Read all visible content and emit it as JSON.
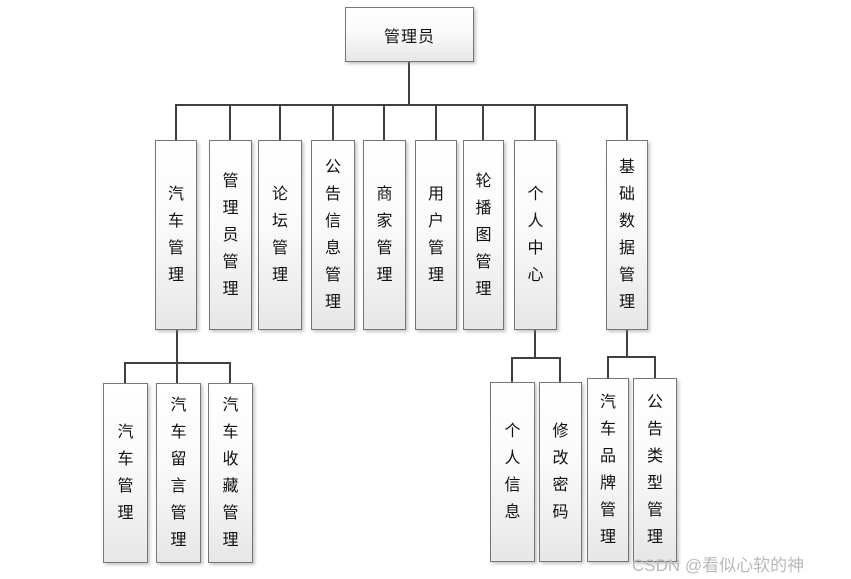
{
  "diagram": {
    "root": {
      "label": "管理员"
    },
    "level2": [
      {
        "label": "汽车管理"
      },
      {
        "label": "管理员管理"
      },
      {
        "label": "论坛管理"
      },
      {
        "label": "公告信息管理"
      },
      {
        "label": "商家管理"
      },
      {
        "label": "用户管理"
      },
      {
        "label": "轮播图管理"
      },
      {
        "label": "个人中心"
      },
      {
        "label": "基础数据管理"
      }
    ],
    "car_children": [
      {
        "label": "汽车管理"
      },
      {
        "label": "汽车留言管理"
      },
      {
        "label": "汽车收藏管理"
      }
    ],
    "personal_children": [
      {
        "label": "个人信息"
      },
      {
        "label": "修改密码"
      }
    ],
    "basic_children": [
      {
        "label": "汽车品牌管理"
      },
      {
        "label": "公告类型管理"
      }
    ]
  },
  "watermark": {
    "text": "CSDN @看似心软的神"
  },
  "colors": {
    "background": "#ffffff",
    "connector_line": "#404040",
    "box_border": "#767676",
    "box_gradient_top": "#ffffff",
    "box_gradient_bottom": "#e7e7e7",
    "label_text": "#111111",
    "watermark_text": "#b9b9b9"
  }
}
